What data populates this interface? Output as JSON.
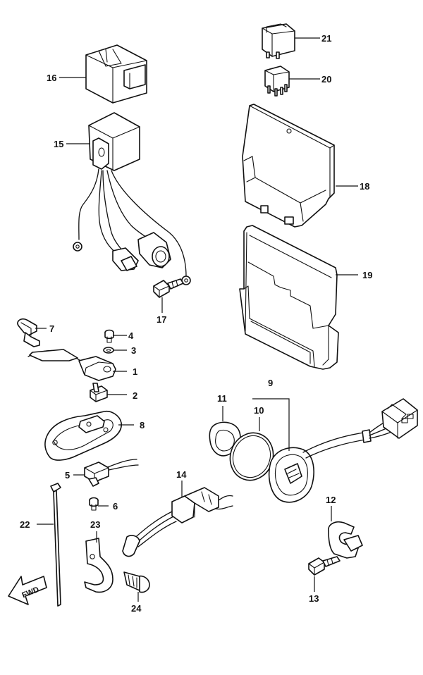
{
  "callouts": {
    "c1": "1",
    "c2": "2",
    "c3": "3",
    "c4": "4",
    "c5": "5",
    "c6": "6",
    "c7": "7",
    "c8": "8",
    "c9": "9",
    "c10": "10",
    "c11": "11",
    "c12": "12",
    "c13": "13",
    "c14": "14",
    "c15": "15",
    "c16": "16",
    "c17": "17",
    "c18": "18",
    "c19": "19",
    "c20": "20",
    "c21": "21",
    "c22": "22",
    "c23": "23",
    "c24": "24"
  },
  "fwd_label": "FWD"
}
